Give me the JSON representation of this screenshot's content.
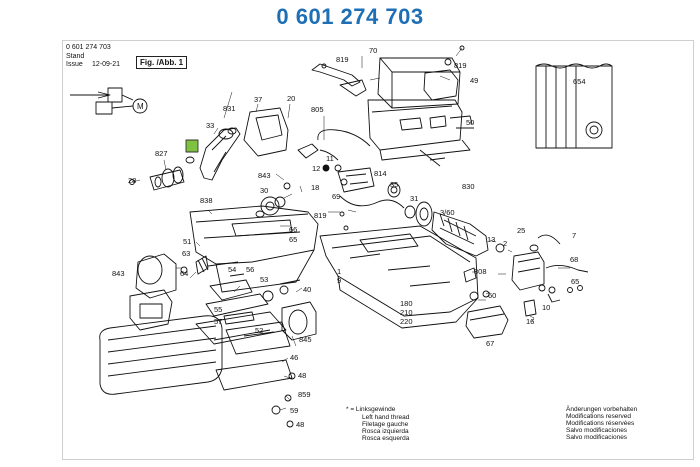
{
  "page": {
    "part_number": "0 601 274 703",
    "header_number": "0 601 274 703",
    "stand": "Stand",
    "issue": "Issue",
    "date": "12-09-21",
    "fig_label": "Fig. /Abb. 1"
  },
  "callouts": [
    {
      "text": "70"
    },
    {
      "text": "819"
    },
    {
      "text": "819"
    },
    {
      "text": "49"
    },
    {
      "text": "654"
    },
    {
      "text": "831"
    },
    {
      "text": "37"
    },
    {
      "text": "20"
    },
    {
      "text": "805"
    },
    {
      "text": "33"
    },
    {
      "text": "50"
    },
    {
      "text": "827"
    },
    {
      "text": "11"
    },
    {
      "text": "12"
    },
    {
      "text": "814"
    },
    {
      "text": "28"
    },
    {
      "text": "843"
    },
    {
      "text": "18"
    },
    {
      "text": "35"
    },
    {
      "text": "30"
    },
    {
      "text": "838"
    },
    {
      "text": "69"
    },
    {
      "text": "830"
    },
    {
      "text": "31"
    },
    {
      "text": "3/60"
    },
    {
      "text": "819"
    },
    {
      "text": "66"
    },
    {
      "text": "65"
    },
    {
      "text": "13"
    },
    {
      "text": "51"
    },
    {
      "text": "63"
    },
    {
      "text": "7"
    },
    {
      "text": "2"
    },
    {
      "text": "25"
    },
    {
      "text": "843"
    },
    {
      "text": "64"
    },
    {
      "text": "54"
    },
    {
      "text": "56"
    },
    {
      "text": "1"
    },
    {
      "text": "9"
    },
    {
      "text": "808"
    },
    {
      "text": "68"
    },
    {
      "text": "53"
    },
    {
      "text": "40"
    },
    {
      "text": "55"
    },
    {
      "text": "57"
    },
    {
      "text": "180"
    },
    {
      "text": "210"
    },
    {
      "text": "220"
    },
    {
      "text": "65"
    },
    {
      "text": "60"
    },
    {
      "text": "10"
    },
    {
      "text": "16"
    },
    {
      "text": "52"
    },
    {
      "text": "67"
    },
    {
      "text": "845"
    },
    {
      "text": "46"
    },
    {
      "text": "48"
    },
    {
      "text": "859"
    },
    {
      "text": "59"
    },
    {
      "text": "48"
    }
  ],
  "legend": {
    "symbol": "* = Linksgewinde",
    "lines": [
      "Left hand thread",
      "Filetage gauche",
      "Rosca izquierda",
      "Rosca esquerda"
    ]
  },
  "notes": {
    "lines": [
      "Änderungen vorbehalten",
      "Modifications reserved",
      "Modifications réservées",
      "Salvo modificaciones",
      "Salvo modificaciones"
    ]
  },
  "colors": {
    "title": "#1f6fb5",
    "highlight": "#7fc241",
    "line": "#111111"
  }
}
